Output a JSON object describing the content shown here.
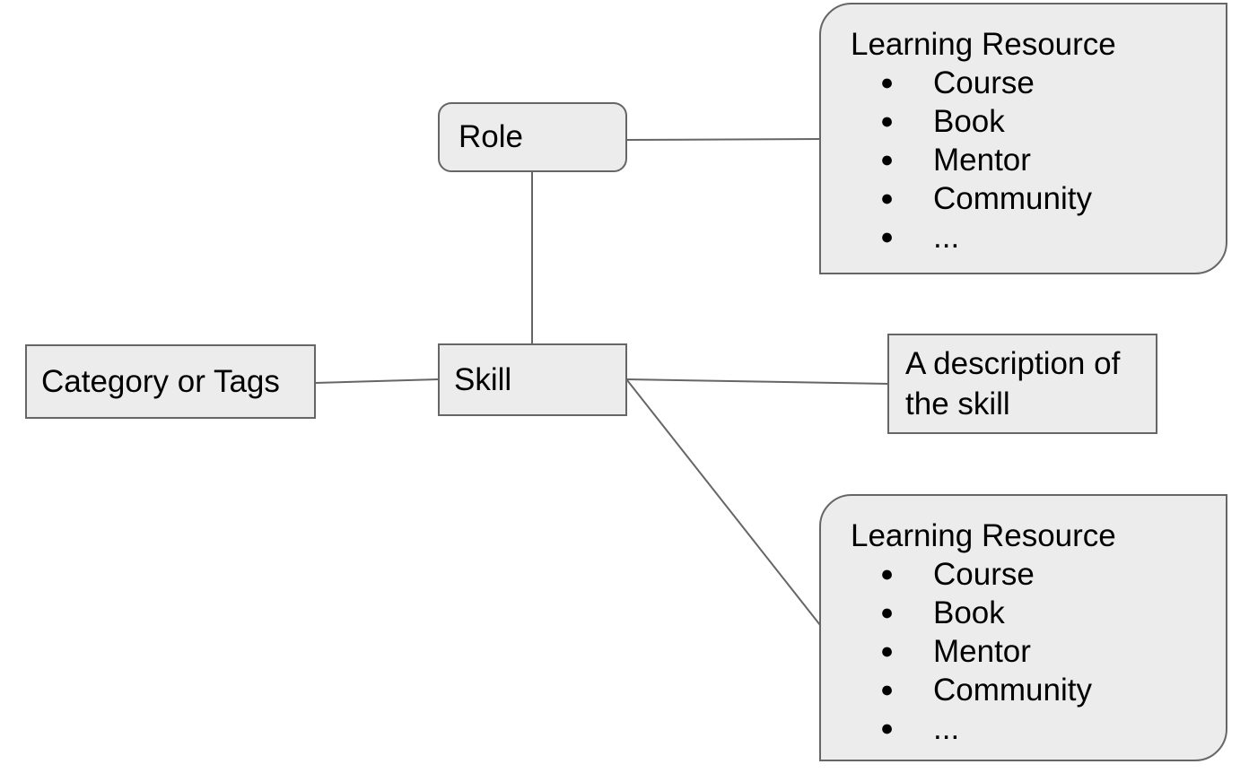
{
  "diagram": {
    "background": "#ffffff",
    "colors": {
      "node_fill": "#ececec",
      "node_border": "#666666",
      "connector": "#666666",
      "text": "#000000",
      "bullet": "#000000"
    },
    "icons": {
      "bullet": "●"
    },
    "nodes": {
      "role": {
        "label": "Role"
      },
      "skill": {
        "label": "Skill"
      },
      "category": {
        "label": "Category or Tags"
      },
      "description": {
        "label": "A description of the skill"
      },
      "learning_resource_top": {
        "title": "Learning Resource",
        "items": [
          "Course",
          "Book",
          "Mentor",
          "Community",
          "..."
        ]
      },
      "learning_resource_bottom": {
        "title": "Learning Resource",
        "items": [
          "Course",
          "Book",
          "Mentor",
          "Community",
          "..."
        ]
      }
    },
    "edges": [
      {
        "from": "Role",
        "to": "Learning Resource (top)"
      },
      {
        "from": "Role",
        "to": "Skill"
      },
      {
        "from": "Category or Tags",
        "to": "Skill"
      },
      {
        "from": "Skill",
        "to": "A description of the skill"
      },
      {
        "from": "Skill",
        "to": "Learning Resource (bottom)"
      }
    ]
  }
}
